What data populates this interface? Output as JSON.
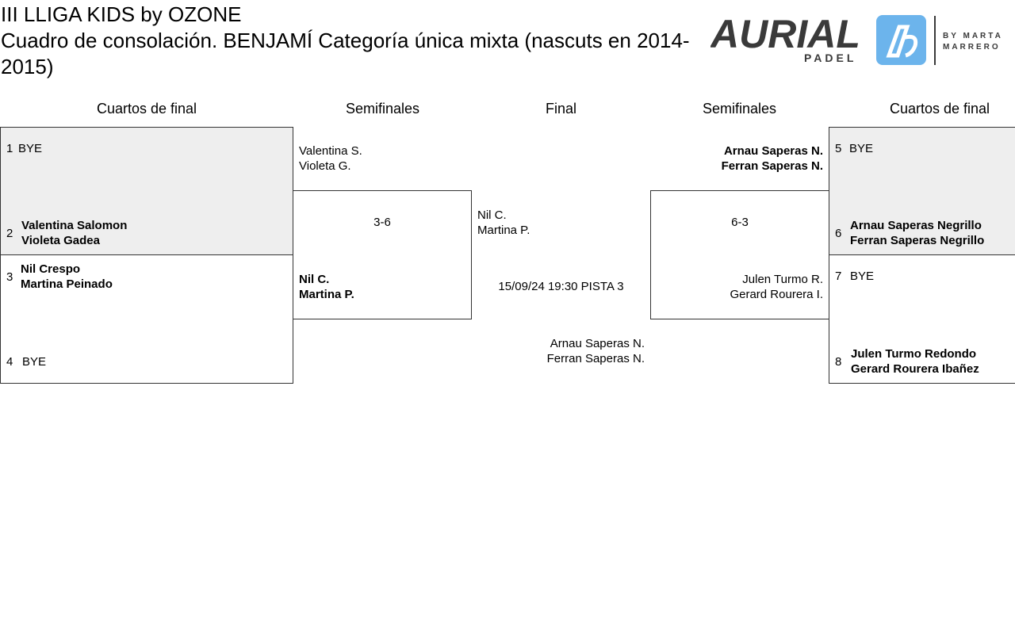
{
  "header": {
    "title_line1": "III LLIGA KIDS by OZONE",
    "title_line2": "Cuadro de consolación. BENJAMÍ Categoría única mixta (nascuts en 2014-2015)"
  },
  "logo": {
    "word": "AURIAL",
    "sub": "PADEL",
    "by": "BY MARTA",
    "by2": "MARRERO",
    "badge_color": "#6cb4ec"
  },
  "columns": {
    "left_qf": "Cuartos de final",
    "left_sf": "Semifinales",
    "final": "Final",
    "right_sf": "Semifinales",
    "right_qf": "Cuartos de final"
  },
  "left_qf": [
    {
      "num": "1",
      "line1": "BYE",
      "line2": ""
    },
    {
      "num": "2",
      "line1": "Valentina Salomon",
      "line2": "Violeta Gadea"
    },
    {
      "num": "3",
      "line1": "Nil Crespo",
      "line2": "Martina Peinado"
    },
    {
      "num": "4",
      "line1": "BYE",
      "line2": ""
    }
  ],
  "right_qf": [
    {
      "num": "5",
      "line1": "BYE",
      "line2": ""
    },
    {
      "num": "6",
      "line1": "Arnau Saperas Negrillo",
      "line2": "Ferran Saperas Negrillo"
    },
    {
      "num": "7",
      "line1": "BYE",
      "line2": ""
    },
    {
      "num": "8",
      "line1": "Julen Turmo Redondo",
      "line2": "Gerard Rourera Ibañez"
    }
  ],
  "left_sf": {
    "top_line1": "Valentina S.",
    "top_line2": "Violeta G.",
    "score": "3-6",
    "bottom_line1": "Nil C.",
    "bottom_line2": "Martina P."
  },
  "right_sf": {
    "top_line1": "Arnau Saperas N.",
    "top_line2": "Ferran Saperas N.",
    "score": "6-3",
    "bottom_line1": "Julen Turmo R.",
    "bottom_line2": "Gerard Rourera I."
  },
  "final": {
    "top_line1": "Nil C.",
    "top_line2": "Martina P.",
    "schedule": "15/09/24 19:30 PISTA 3",
    "bottom_line1": "Arnau Saperas N.",
    "bottom_line2": "Ferran Saperas N."
  }
}
